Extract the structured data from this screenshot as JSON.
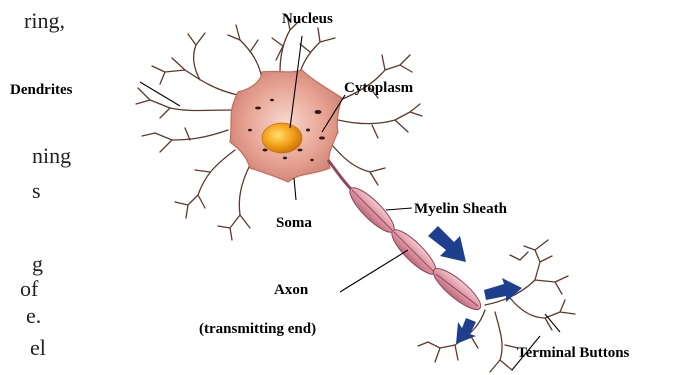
{
  "labels": {
    "nucleus": "Nucleus",
    "dendrites": "Dendrites",
    "cytoplasm": "Cytoplasm",
    "soma": "Soma",
    "myelin_sheath": "Myelin Sheath",
    "axon": "Axon",
    "transmitting_end": "(transmitting end)",
    "terminal_buttons": "Terminal Buttons"
  },
  "left_text_fragments": [
    "ring,",
    "ning",
    "s",
    "g",
    "of",
    "e.",
    "el"
  ],
  "colors": {
    "soma_fill": "#e6a191",
    "soma_edge": "#c56c5e",
    "nucleus": "#f3a21a",
    "myelin_fill": "#e2a0ad",
    "myelin_edge": "#8c4a58",
    "arrow": "#1d3f8e",
    "branch": "#5b3a2c"
  }
}
